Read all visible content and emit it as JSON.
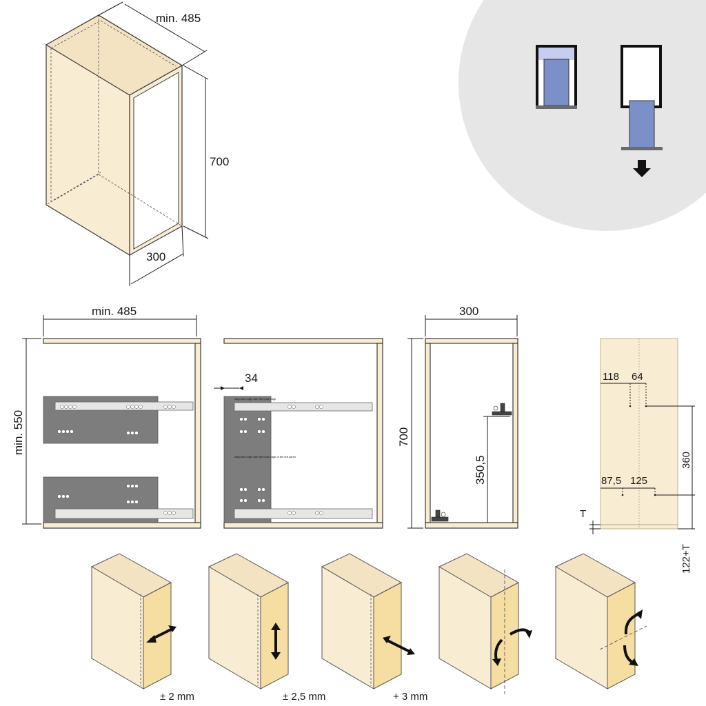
{
  "iso_cabinet": {
    "width_label": "min. 485",
    "height_label": "700",
    "depth_label": "300"
  },
  "front_view": {
    "width_label": "min. 485",
    "height_label": "min. 550"
  },
  "inner_view": {
    "offset_label": "34",
    "plate_text": "Align this edge with the front edge of the left panel",
    "rail_text": "Align this edge with the front edge"
  },
  "side_view": {
    "depth_label": "300",
    "height_label": "700",
    "bracket_label": "350,5"
  },
  "door_panel": {
    "label_118": "118",
    "label_64": "64",
    "label_360": "360",
    "label_87": "87,5",
    "label_125": "125",
    "label_T": "T",
    "label_122T": "122+T"
  },
  "adjustments": [
    "± 2 mm",
    "± 2,5 mm",
    "+ 3 mm"
  ],
  "colors": {
    "wood": "#f8ecd3",
    "door": "#f6dea3",
    "plate": "#7d7d7d",
    "basket": "#7b8fc8",
    "circle": "#e6e6e6"
  },
  "inset_icons": [
    "closed-cabinet-icon",
    "pull-out-cabinet-icon",
    "down-arrow-icon"
  ]
}
